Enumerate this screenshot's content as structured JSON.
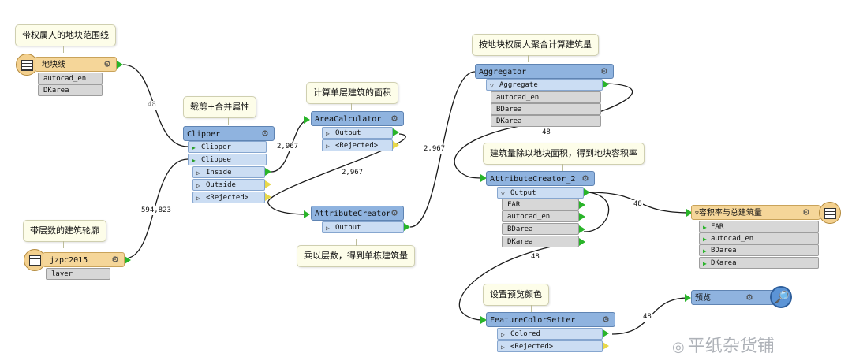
{
  "notes": {
    "parcel_owner": "带权属人的地块范围线",
    "building_floors": "带层数的建筑轮廓",
    "clip_merge": "裁剪+合并属性",
    "calc_area": "计算单层建筑的面积",
    "multiply_floors": "乘以层数，得到单栋建筑量",
    "aggregate": "按地块权属人聚合计算建筑量",
    "far_divide": "建筑量除以地块面积，得到地块容积率",
    "set_color": "设置预览颜色"
  },
  "readers": {
    "parcel": {
      "name": "地块线",
      "attrs": [
        "autocad_en",
        "DKarea"
      ]
    },
    "building": {
      "name": "jzpc2015",
      "attrs": [
        "layer"
      ]
    }
  },
  "clipper": {
    "name": "Clipper",
    "inputs": [
      "Clipper",
      "Clippee"
    ],
    "outputs": [
      "Inside",
      "Outside",
      "<Rejected>"
    ]
  },
  "area_calc": {
    "name": "AreaCalculator",
    "outputs": [
      "Output",
      "<Rejected>"
    ]
  },
  "attr_creator": {
    "name": "AttributeCreator",
    "outputs": [
      "Output"
    ]
  },
  "aggregator": {
    "name": "Aggregator",
    "outputs": [
      "Aggregate"
    ],
    "attrs": [
      "autocad_en",
      "BDarea",
      "DKarea"
    ]
  },
  "attr_creator2": {
    "name": "AttributeCreator_2",
    "outputs": [
      "Output"
    ],
    "attrs": [
      "FAR",
      "autocad_en",
      "BDarea",
      "DKarea"
    ]
  },
  "color_setter": {
    "name": "FeatureColorSetter",
    "outputs": [
      "Colored",
      "<Rejected>"
    ]
  },
  "writer": {
    "name": "容积率与总建筑量",
    "attrs": [
      "FAR",
      "autocad_en",
      "BDarea",
      "DKarea"
    ]
  },
  "inspector": {
    "name": "预览"
  },
  "counts": {
    "c1": "48",
    "c2": "594,823",
    "c3": "2,967",
    "c4": "2,967",
    "c5": "2,967",
    "c6": "48",
    "c7": "48",
    "c8": "48",
    "c9": "48"
  },
  "watermark": "平纸杂货铺"
}
